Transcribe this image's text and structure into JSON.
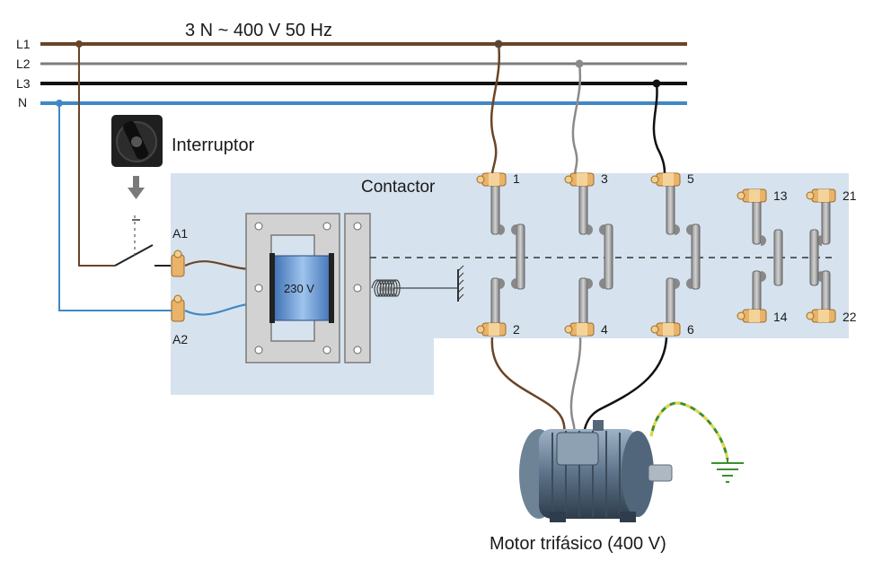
{
  "supply": {
    "label": "3 N ~ 400 V  50 Hz",
    "lines": [
      {
        "id": "L1",
        "label": "L1",
        "color": "#6b4426"
      },
      {
        "id": "L2",
        "label": "L2",
        "color": "#7d7d7d"
      },
      {
        "id": "L3",
        "label": "L3",
        "color": "#111111"
      },
      {
        "id": "N",
        "label": "N",
        "color": "#3f88c5"
      }
    ]
  },
  "switch_label": "Interruptor",
  "contactor": {
    "label": "Contactor",
    "coil_voltage": "230 V",
    "coil_terminals": [
      "A1",
      "A2"
    ],
    "main_terminals_top": [
      "1",
      "3",
      "5"
    ],
    "main_terminals_bottom": [
      "2",
      "4",
      "6"
    ],
    "aux_terminals_top": [
      "13",
      "21"
    ],
    "aux_terminals_bottom": [
      "14",
      "22"
    ],
    "panel_color": "#d6e3ef"
  },
  "motor_label": "Motor trifásico (400 V)",
  "earth_wire_color": "#3a8f2e"
}
